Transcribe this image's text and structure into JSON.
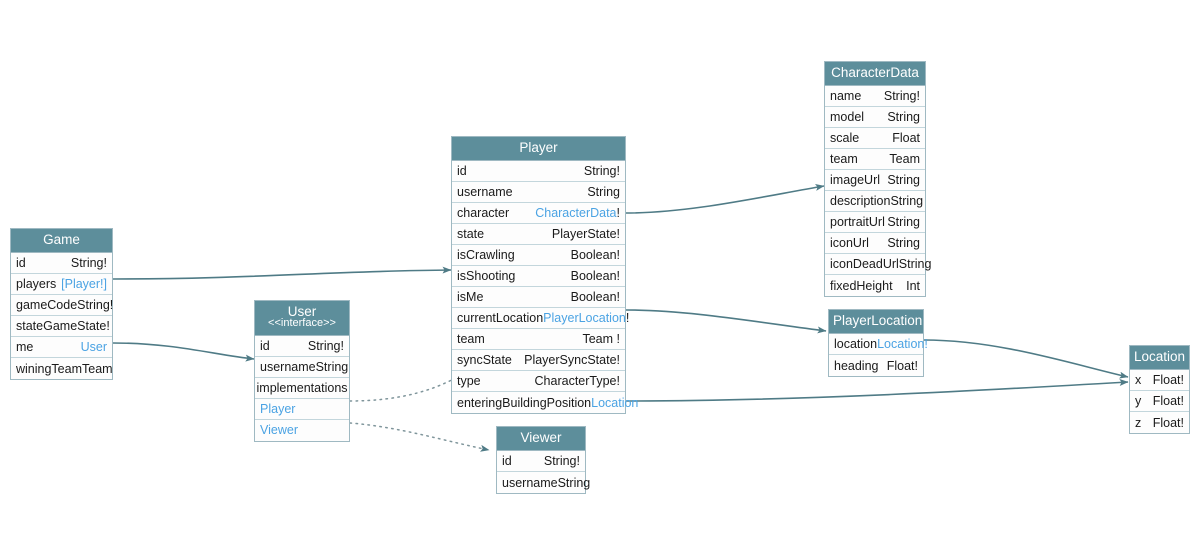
{
  "diagram": {
    "title": "GraphQL Schema Diagram",
    "colors": {
      "header_bg": "#5d8e9b",
      "header_text": "#ffffff",
      "border": "#9fb9c2",
      "row_border": "#c3d6dc",
      "type_link": "#4ba3e3",
      "edge": "#4f7b86",
      "background": "#ffffff"
    }
  },
  "entities": {
    "game": {
      "name": "Game",
      "fields": [
        {
          "name": "id",
          "type": "String!"
        },
        {
          "name": "players",
          "type": "[Player!]",
          "link": true
        },
        {
          "name": "gameCode",
          "type": "String!"
        },
        {
          "name": "state",
          "type": "GameState!"
        },
        {
          "name": "me",
          "type": "User",
          "link": true
        },
        {
          "name": "winingTeam",
          "type": "Team"
        }
      ]
    },
    "user": {
      "name": "User",
      "stereotype": "<<interface>>",
      "fields": [
        {
          "name": "id",
          "type": "String!"
        },
        {
          "name": "username",
          "type": "String"
        }
      ],
      "implementations_label": "implementations",
      "implementations": [
        {
          "name": "Player"
        },
        {
          "name": "Viewer"
        }
      ]
    },
    "player": {
      "name": "Player",
      "fields": [
        {
          "name": "id",
          "type": "String!"
        },
        {
          "name": "username",
          "type": "String"
        },
        {
          "name": "character",
          "type": "CharacterData",
          "link": true,
          "bang": "!"
        },
        {
          "name": "state",
          "type": "PlayerState!"
        },
        {
          "name": "isCrawling",
          "type": "Boolean!"
        },
        {
          "name": "isShooting",
          "type": "Boolean!"
        },
        {
          "name": "isMe",
          "type": "Boolean!"
        },
        {
          "name": "currentLocation",
          "type": "PlayerLocation",
          "link": true,
          "bang": "!"
        },
        {
          "name": "team",
          "type": "Team !"
        },
        {
          "name": "syncState",
          "type": "PlayerSyncState!"
        },
        {
          "name": "type",
          "type": "CharacterType!"
        },
        {
          "name": "enteringBuildingPosition",
          "type": "Location",
          "link": true
        }
      ]
    },
    "viewer": {
      "name": "Viewer",
      "fields": [
        {
          "name": "id",
          "type": "String!"
        },
        {
          "name": "username",
          "type": "String"
        }
      ]
    },
    "character_data": {
      "name": "CharacterData",
      "fields": [
        {
          "name": "name",
          "type": "String!"
        },
        {
          "name": "model",
          "type": "String"
        },
        {
          "name": "scale",
          "type": "Float"
        },
        {
          "name": "team",
          "type": "Team"
        },
        {
          "name": "imageUrl",
          "type": "String"
        },
        {
          "name": "description",
          "type": "String"
        },
        {
          "name": "portraitUrl",
          "type": "String"
        },
        {
          "name": "iconUrl",
          "type": "String"
        },
        {
          "name": "iconDeadUrl",
          "type": "String"
        },
        {
          "name": "fixedHeight",
          "type": "Int"
        }
      ]
    },
    "player_location": {
      "name": "PlayerLocation",
      "fields": [
        {
          "name": "location",
          "type": "Location!",
          "link": true
        },
        {
          "name": "heading",
          "type": "Float!"
        }
      ]
    },
    "location": {
      "name": "Location",
      "fields": [
        {
          "name": "x",
          "type": "Float!"
        },
        {
          "name": "y",
          "type": "Float!"
        },
        {
          "name": "z",
          "type": "Float!"
        }
      ]
    }
  },
  "edges": [
    {
      "from": "game.players",
      "to": "player",
      "style": "solid"
    },
    {
      "from": "game.me",
      "to": "user",
      "style": "solid"
    },
    {
      "from": "player.character",
      "to": "character_data",
      "style": "solid"
    },
    {
      "from": "player.currentLocation",
      "to": "player_location",
      "style": "solid"
    },
    {
      "from": "player.enteringBuildingPosition",
      "to": "location",
      "style": "solid"
    },
    {
      "from": "player_location.location",
      "to": "location",
      "style": "solid"
    },
    {
      "from": "user.Player",
      "to": "player",
      "style": "dotted"
    },
    {
      "from": "user.Viewer",
      "to": "viewer",
      "style": "dotted"
    }
  ]
}
